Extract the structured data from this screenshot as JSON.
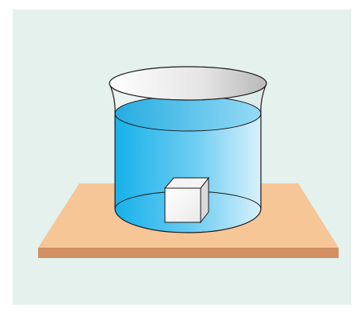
{
  "scene": {
    "description_free": true,
    "colors": {
      "panel_background": "#e4f1ec",
      "table_top": "#f7c697",
      "table_front": "#d18f62",
      "water_light": "#d8f1fc",
      "water_dark": "#17b1ea",
      "glass_rim_light": "#ffffff",
      "glass_rim_dark": "#b9b9b9",
      "glass_outline": "#222222",
      "cube_front": "#ffffff",
      "cube_side": "#dcdcdc",
      "cube_top": "#f2f2f2"
    },
    "objects": [
      "table",
      "glass-beaker",
      "water",
      "ice-cube"
    ]
  }
}
